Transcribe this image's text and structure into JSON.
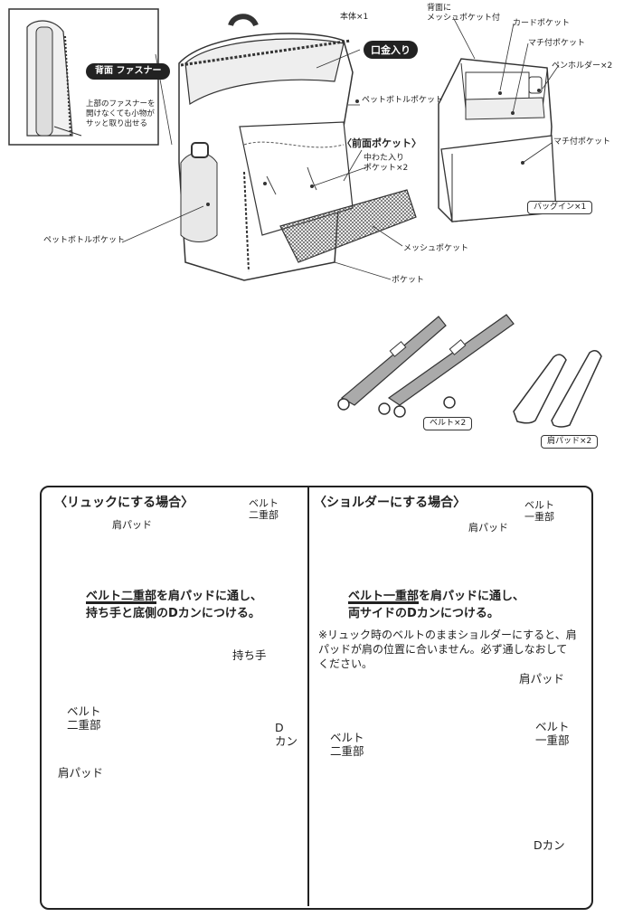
{
  "top": {
    "inset": {
      "back_zipper_label": "背面\nファスナー",
      "back_zipper_note": "上部のファスナーを\n開けなくても小物が\nサッと取り出せる"
    },
    "main_body": {
      "body_label": "本体×1",
      "frame_opening": "口金入り",
      "bottle_pocket_inner": "ペットボトルポケット",
      "front_pocket": "〈前面ポケット〉",
      "padded_pockets": "中わた入り\nポケット×2",
      "bottle_pocket_side": "ペットボトルポケット",
      "mesh_pocket": "メッシュポケット",
      "pocket": "ポケット"
    },
    "bag_in": {
      "mesh_pocket_back": "背面に\nメッシュポケット付",
      "card_pocket": "カードポケット",
      "gusset_pocket_top": "マチ付ポケット",
      "pen_holder": "ペンホルダー×2",
      "gusset_pocket_side": "マチ付ポケット",
      "bag_in_label": "バッグイン×1"
    },
    "belts_label": "ベルト×2",
    "shoulder_pads_label": "肩パッド×2"
  },
  "left_panel": {
    "title": "〈リュックにする場合〉",
    "pad_label": "肩パッド",
    "belt_double_label": "ベルト\n二重部",
    "instruction_bold": "ベルト二重部",
    "instruction_line1": "を肩パッドに通し、",
    "instruction_line2_pre": "持ち手と底側の",
    "instruction_line2_bold": "Dカン",
    "instruction_line2_post": "につける。",
    "handle_label": "持ち手",
    "belt_double_label2": "ベルト\n二重部",
    "pad_label2": "肩パッド",
    "d_ring_label": "D\nカン"
  },
  "right_panel": {
    "title": "〈ショルダーにする場合〉",
    "pad_label": "肩パッド",
    "belt_single_label": "ベルト\n一重部",
    "instruction_bold": "ベルト一重部",
    "instruction_line1": "を肩パッドに通し、",
    "instruction_line2_pre": "両サイドの",
    "instruction_line2_bold": "Dカン",
    "instruction_line2_post": "につける。",
    "note": "※リュック時のベルトのままショルダーにすると、肩\nパッドが肩の位置に合いません。必ず通しなおして\nください。",
    "pad_label2": "肩パッド",
    "belt_double_label": "ベルト\n二重部",
    "belt_single_label2": "ベルト\n一重部",
    "d_ring_label": "Dカン"
  }
}
